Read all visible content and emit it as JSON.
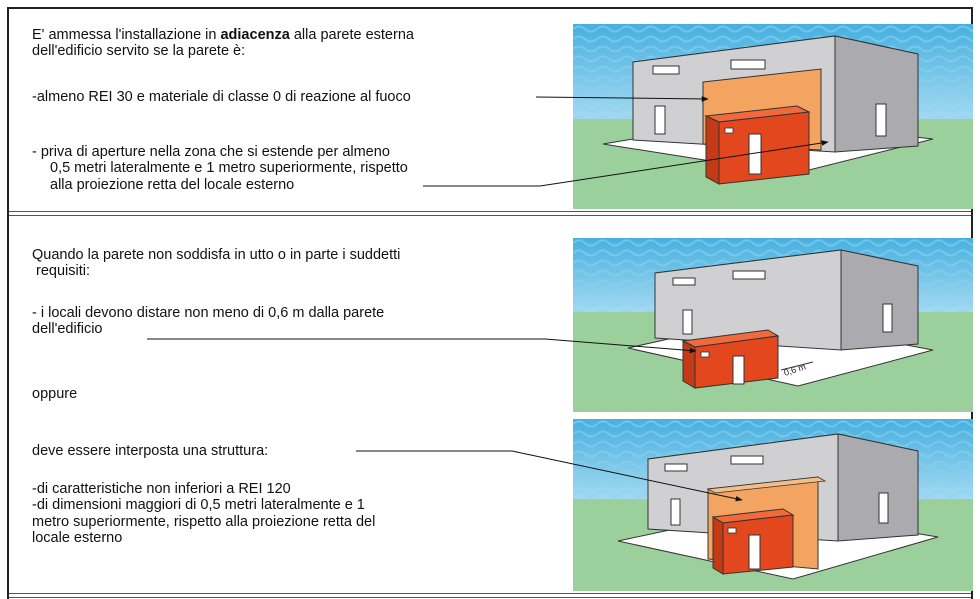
{
  "section1": {
    "intro_before": "E' ammessa l'installazione in ",
    "intro_bold": "adiacenza",
    "intro_after": " alla parete esterna",
    "intro_line2": "dell'edificio servito se la parete è:",
    "req1": "-almeno REI 30 e materiale di classe 0 di reazione al fuoco",
    "req2_line1": "- priva di aperture nella zona che si estende per  almeno",
    "req2_line2": "0,5 metri lateralmente e 1 metro superiormente, rispetto",
    "req2_line3": "alla   proiezione retta del   locale esterno"
  },
  "section2": {
    "intro_line1": "Quando la parete non soddisfa in utto o in parte i suddetti",
    "intro_line2": "requisiti:",
    "dist_line1": "- i locali  devono distare non meno di 0,6 m dalla parete",
    "dist_line2": "dell'edificio",
    "or": "oppure",
    "struct_intro": "deve essere interposta una struttura:",
    "struct_line1": "-di caratteristiche non inferiori a REI 120",
    "struct_line2": "-di dimensioni maggiori di 0,5 metri lateralmente e 1",
    "struct_line3": "metro superiormente, rispetto alla proiezione retta del",
    "struct_line4": "locale esterno",
    "distance_label": "0,6 m"
  },
  "colors": {
    "sky": "#6fc2e8",
    "grass": "#9bcf9b",
    "building_front": "#d0d0d2",
    "building_side": "#ababaf",
    "wall_zone": "#f2a460",
    "room": "#e2471e"
  }
}
